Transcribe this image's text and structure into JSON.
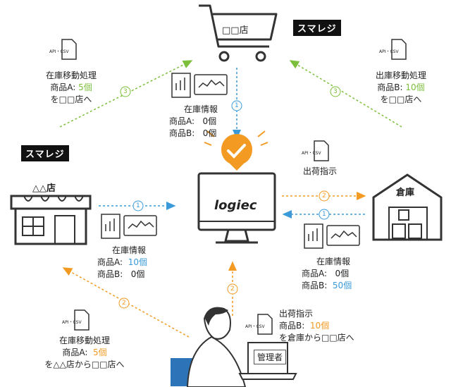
{
  "brand": "スマレジ",
  "shop_top": "□□店",
  "shop_left": "△△店",
  "warehouse": "倉庫",
  "center_logo": "logiec",
  "manager": "管理者",
  "api_label": "API・CSV",
  "steps": {
    "one": "1",
    "two": "2",
    "three": "3"
  },
  "top_left": {
    "title": "在庫移動処理",
    "line1_label": "商品A:",
    "line1_value": "5個",
    "line2": "を□□店へ"
  },
  "top_right": {
    "title": "出庫移動処理",
    "line1_label": "商品B:",
    "line1_value": "10個",
    "line2": "を□□店へ"
  },
  "top_stock": {
    "title": "在庫情報",
    "a_label": "商品A:",
    "a_value": "0個",
    "b_label": "商品B:",
    "b_value": "0個"
  },
  "left_stock": {
    "title": "在庫情報",
    "a_label": "商品A:",
    "a_value": "10個",
    "b_label": "商品B:",
    "b_value": "0個"
  },
  "right_stock": {
    "title": "在庫情報",
    "a_label": "商品A:",
    "a_value": "0個",
    "b_label": "商品B:",
    "b_value": "50個"
  },
  "ship_top": {
    "title": "出荷指示"
  },
  "ship_bottom": {
    "title": "出荷指示",
    "line1_label": "商品B:",
    "line1_value": "10個",
    "line2": "を倉庫から□□店へ"
  },
  "bottom_left": {
    "title": "在庫移動処理",
    "line1_label": "商品A:",
    "line1_value": "5個",
    "line2": "を△△店から□□店へ"
  },
  "colors": {
    "blue": "#3a9ad9",
    "green": "#7cbf3a",
    "orange": "#f39a22",
    "dark": "#333333",
    "check": "#f39a22"
  },
  "icons": [
    "shopping-cart-icon",
    "storefront-icon",
    "warehouse-icon",
    "monitor-icon",
    "checkmark-badge-icon",
    "document-icon",
    "report-icon",
    "person-laptop-icon"
  ]
}
